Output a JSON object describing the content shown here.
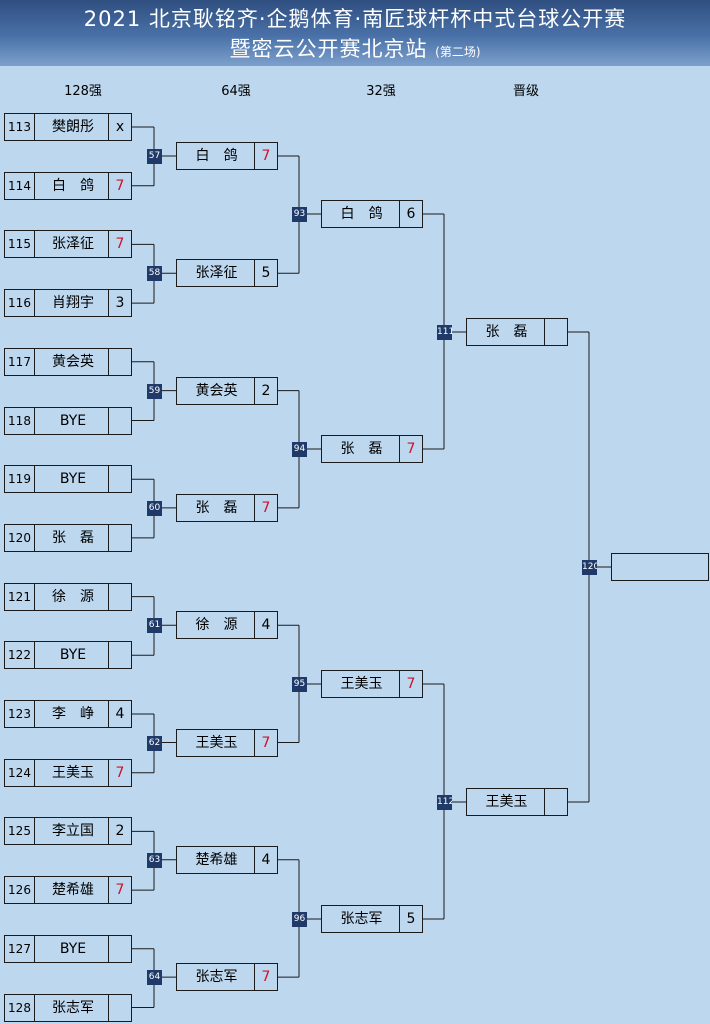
{
  "header": {
    "title_line1": "2021 北京耿铭齐·企鹅体育·南匠球杆杯中式台球公开赛",
    "title_line2": "暨密云公开赛北京站",
    "title_sub": "(第二场)"
  },
  "rounds": [
    "128强",
    "64强",
    "32强",
    "晋级"
  ],
  "r1": [
    {
      "seed": "113",
      "name": "樊朗彤",
      "score": "x",
      "win": false
    },
    {
      "seed": "114",
      "name": "白　鸽",
      "score": "7",
      "win": true
    },
    {
      "seed": "115",
      "name": "张泽征",
      "score": "7",
      "win": true
    },
    {
      "seed": "116",
      "name": "肖翔宇",
      "score": "3",
      "win": false
    },
    {
      "seed": "117",
      "name": "黄会英",
      "score": "",
      "win": false
    },
    {
      "seed": "118",
      "name": "BYE",
      "score": "",
      "win": false
    },
    {
      "seed": "119",
      "name": "BYE",
      "score": "",
      "win": false
    },
    {
      "seed": "120",
      "name": "张　磊",
      "score": "",
      "win": false
    },
    {
      "seed": "121",
      "name": "徐　源",
      "score": "",
      "win": false
    },
    {
      "seed": "122",
      "name": "BYE",
      "score": "",
      "win": false
    },
    {
      "seed": "123",
      "name": "李　峥",
      "score": "4",
      "win": false
    },
    {
      "seed": "124",
      "name": "王美玉",
      "score": "7",
      "win": true
    },
    {
      "seed": "125",
      "name": "李立国",
      "score": "2",
      "win": false
    },
    {
      "seed": "126",
      "name": "楚希雄",
      "score": "7",
      "win": true
    },
    {
      "seed": "127",
      "name": "BYE",
      "score": "",
      "win": false
    },
    {
      "seed": "128",
      "name": "张志军",
      "score": "",
      "win": false
    }
  ],
  "r2": [
    {
      "name": "白　鸽",
      "score": "7",
      "win": true
    },
    {
      "name": "张泽征",
      "score": "5",
      "win": false
    },
    {
      "name": "黄会英",
      "score": "2",
      "win": false
    },
    {
      "name": "张　磊",
      "score": "7",
      "win": true
    },
    {
      "name": "徐　源",
      "score": "4",
      "win": false
    },
    {
      "name": "王美玉",
      "score": "7",
      "win": true
    },
    {
      "name": "楚希雄",
      "score": "4",
      "win": false
    },
    {
      "name": "张志军",
      "score": "7",
      "win": true
    }
  ],
  "r3": [
    {
      "name": "白　鸽",
      "score": "6",
      "win": false
    },
    {
      "name": "张　磊",
      "score": "7",
      "win": true
    },
    {
      "name": "王美玉",
      "score": "7",
      "win": true
    },
    {
      "name": "张志军",
      "score": "5",
      "win": false
    }
  ],
  "r4": [
    {
      "name": "张　磊",
      "score": "",
      "win": false
    },
    {
      "name": "王美玉",
      "score": "",
      "win": false
    }
  ],
  "final": {
    "name": "",
    "score": ""
  },
  "m1": [
    "57",
    "58",
    "59",
    "60",
    "61",
    "62",
    "63",
    "64"
  ],
  "m2": [
    "93",
    "94",
    "95",
    "96"
  ],
  "m3": [
    "111",
    "112"
  ],
  "m4": [
    "120"
  ]
}
